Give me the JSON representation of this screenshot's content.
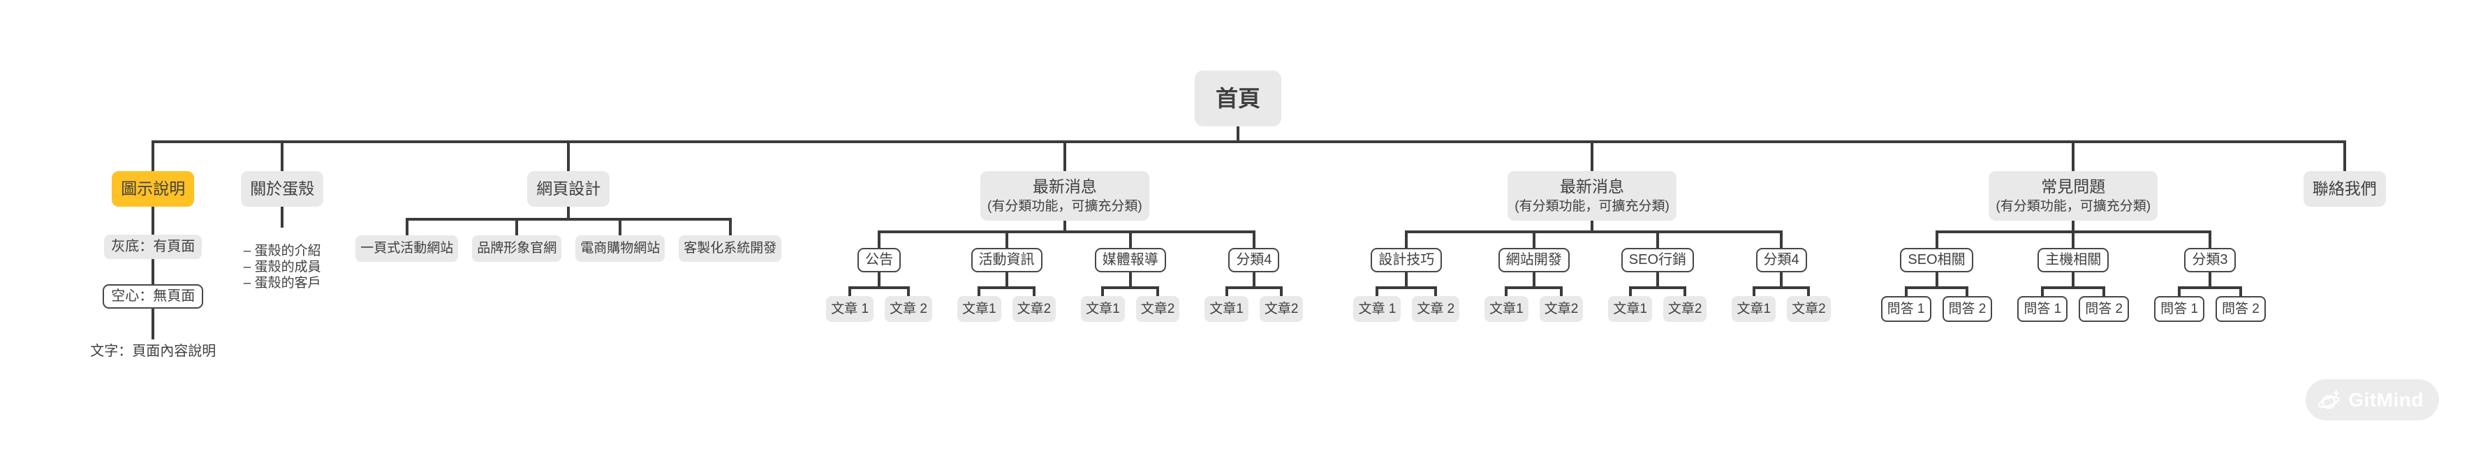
{
  "colors": {
    "canvas_bg": "#ffffff",
    "node_fill": "#e9e9e9",
    "accent_yellow": "#ffc124",
    "node_border": "#474747",
    "connector": "#3b3b3b",
    "text": "#3f3f3f",
    "watermark_bg": "#ececec",
    "watermark_text": "#ffffff"
  },
  "watermark": {
    "label": "GitMind",
    "icon": "gitmind-planet-icon"
  },
  "tree": {
    "name": "node-home",
    "label": "首頁",
    "style": "root",
    "children": [
      {
        "name": "node-legend",
        "label": "圖示說明",
        "style": "yellow",
        "chain": [
          {
            "label": "灰底：有頁面",
            "style": "filled-small"
          },
          {
            "label": "空心：無頁面",
            "style": "outline-small"
          },
          {
            "label": "文字：頁面內容說明",
            "style": "plain-text"
          }
        ]
      },
      {
        "name": "node-about",
        "label": "關於蛋殼",
        "style": "filled",
        "notes": [
          "– 蛋殼的介紹",
          "– 蛋殼的成員",
          "– 蛋殼的客戶"
        ]
      },
      {
        "name": "node-web-design",
        "label": "網頁設計",
        "style": "filled",
        "children": [
          {
            "label": "一頁式活動網站",
            "style": "leaf"
          },
          {
            "label": "品牌形象官網",
            "style": "leaf"
          },
          {
            "label": "電商購物網站",
            "style": "leaf"
          },
          {
            "label": "客製化系統開發",
            "style": "leaf"
          }
        ]
      },
      {
        "name": "node-news-1",
        "label": "最新消息",
        "subtitle": "(有分類功能，可擴充分類)",
        "style": "filled",
        "children": [
          {
            "label": "公告",
            "style": "outline",
            "children": [
              {
                "label": "文章 1",
                "style": "leaf"
              },
              {
                "label": "文章 2",
                "style": "leaf"
              }
            ]
          },
          {
            "label": "活動資訊",
            "style": "outline",
            "children": [
              {
                "label": "文章1",
                "style": "leaf"
              },
              {
                "label": "文章2",
                "style": "leaf"
              }
            ]
          },
          {
            "label": "媒體報導",
            "style": "outline",
            "children": [
              {
                "label": "文章1",
                "style": "leaf"
              },
              {
                "label": "文章2",
                "style": "leaf"
              }
            ]
          },
          {
            "label": "分類4",
            "style": "outline",
            "children": [
              {
                "label": "文章1",
                "style": "leaf"
              },
              {
                "label": "文章2",
                "style": "leaf"
              }
            ]
          }
        ]
      },
      {
        "name": "node-news-2",
        "label": "最新消息",
        "subtitle": "(有分類功能，可擴充分類)",
        "style": "filled",
        "children": [
          {
            "label": "設計技巧",
            "style": "outline",
            "children": [
              {
                "label": "文章 1",
                "style": "leaf"
              },
              {
                "label": "文章 2",
                "style": "leaf"
              }
            ]
          },
          {
            "label": "網站開發",
            "style": "outline",
            "children": [
              {
                "label": "文章1",
                "style": "leaf"
              },
              {
                "label": "文章2",
                "style": "leaf"
              }
            ]
          },
          {
            "label": "SEO行銷",
            "style": "outline",
            "children": [
              {
                "label": "文章1",
                "style": "leaf"
              },
              {
                "label": "文章2",
                "style": "leaf"
              }
            ]
          },
          {
            "label": "分類4",
            "style": "outline",
            "children": [
              {
                "label": "文章1",
                "style": "leaf"
              },
              {
                "label": "文章2",
                "style": "leaf"
              }
            ]
          }
        ]
      },
      {
        "name": "node-faq",
        "label": "常見問題",
        "subtitle": "(有分類功能，可擴充分類)",
        "style": "filled",
        "children": [
          {
            "label": "SEO相關",
            "style": "outline",
            "children": [
              {
                "label": "問答 1",
                "style": "leaf-outline"
              },
              {
                "label": "問答 2",
                "style": "leaf-outline"
              }
            ]
          },
          {
            "label": "主機相關",
            "style": "outline",
            "children": [
              {
                "label": "問答 1",
                "style": "leaf-outline"
              },
              {
                "label": "問答 2",
                "style": "leaf-outline"
              }
            ]
          },
          {
            "label": "分類3",
            "style": "outline",
            "children": [
              {
                "label": "問答 1",
                "style": "leaf-outline"
              },
              {
                "label": "問答 2",
                "style": "leaf-outline"
              }
            ]
          }
        ]
      },
      {
        "name": "node-contact",
        "label": "聯絡我們",
        "style": "filled"
      }
    ]
  }
}
